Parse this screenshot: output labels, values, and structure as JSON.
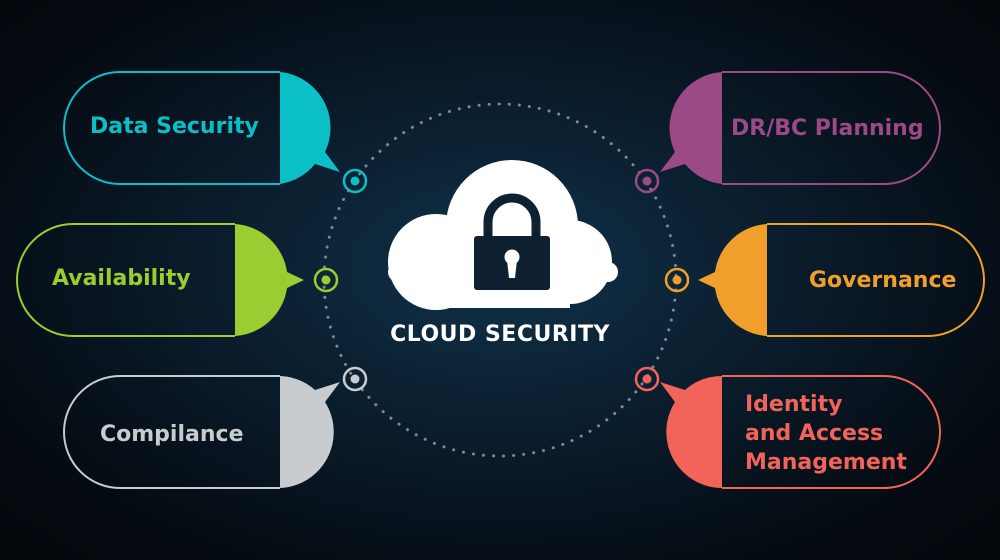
{
  "center": {
    "title": "CLOUD SECURITY",
    "icon": "cloud-lock-icon"
  },
  "items": [
    {
      "id": "data-security",
      "label": "Data Security",
      "color": "#0bbfc6"
    },
    {
      "id": "availability",
      "label": "Availability",
      "color": "#9acd32"
    },
    {
      "id": "compliance",
      "label": "Compilance",
      "color": "#c9ccce"
    },
    {
      "id": "dr-bc-planning",
      "label": "DR/BC Planning",
      "color": "#9b4a86"
    },
    {
      "id": "governance",
      "label": "Governance",
      "color": "#f0a02a"
    },
    {
      "id": "identity-access-management",
      "label": "Identity\nand Access\nManagement",
      "color": "#f2645a"
    }
  ]
}
